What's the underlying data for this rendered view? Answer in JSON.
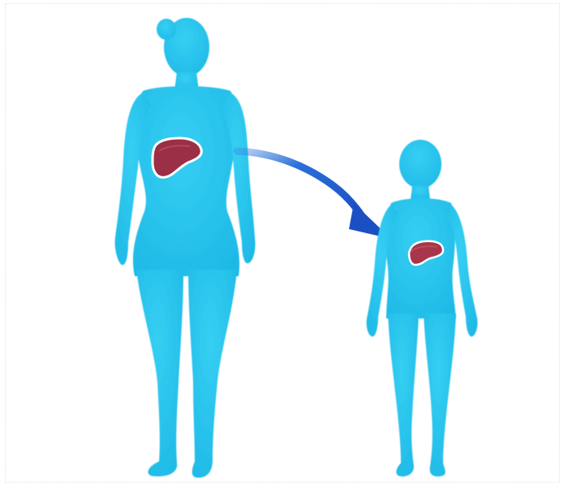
{
  "illustration": {
    "subjects": [
      "adult-female-figure",
      "child-figure"
    ],
    "organ": "liver",
    "relation": "arrow-from-adult-liver-to-child",
    "colors": {
      "background": "#ffffff",
      "body_fill": "#27c4ee",
      "body_edge": "#1fb0dc",
      "liver_fill": "#9a2f45",
      "liver_outline": "#ffffff",
      "arrow": "#1d5fd0"
    }
  }
}
